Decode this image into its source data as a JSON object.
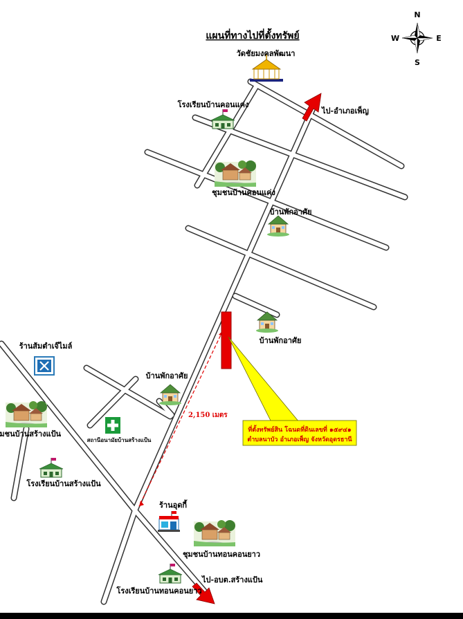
{
  "title": "แผนที่ทางไปที่ตั้งทรัพย์",
  "compass": {
    "n": "N",
    "s": "S",
    "e": "E",
    "w": "W"
  },
  "labels": {
    "temple": "วัดชัยมงคลพัฒนา",
    "school_khonkaeng": "โรงเรียนบ้านคอนแค่ง",
    "to_amphoe_phen": "ไป-อำเภอเพ็ญ",
    "community_khonkaeng": "ชุมชนบ้านคอนแค่ง",
    "house_1": "บ้านพักอาศัย",
    "house_2": "บ้านพักอาศัย",
    "house_3": "บ้านพักอาศัย",
    "restaurant": "ร้านส้มตำเจ๊ไมล์",
    "community_sangpaen": "ชุมชนบ้านสร้างแป้น",
    "health_center": "สถานีอนามัยบ้านสร้างแป้น",
    "school_sangpaen": "โรงเรียนบ้านสร้างแป้น",
    "shop": "ร้านอุดกี้",
    "community_thonkhonyao": "ชุมชนบ้านทอนคอนยาว",
    "school_thonkhonyao": "โรงเรียนบ้านทอนคอนยาว",
    "to_sao_sangpaen": "ไป-อบต.สร้างแป้น"
  },
  "distance": "2,150 เมตร",
  "callout": {
    "line1": "ที่ตั้งทรัพย์สิน โฉนดที่ดินเลขที่ ๑๕๙๔๑",
    "line2": "ตำบลนาบัว อำเภอเพ็ญ จังหวัดอุดรธานี"
  },
  "colors": {
    "property_marker": "#e60000",
    "arrow": "#e60000",
    "callout_fill": "#ffff00",
    "distance_line": "#e00000",
    "road_fill": "#ffffff",
    "road_border": "#333333"
  },
  "icons": [
    "temple-icon",
    "school-icon",
    "house-icon",
    "restaurant-icon",
    "health-center-icon",
    "shop-icon",
    "village-icon",
    "compass-icon"
  ]
}
